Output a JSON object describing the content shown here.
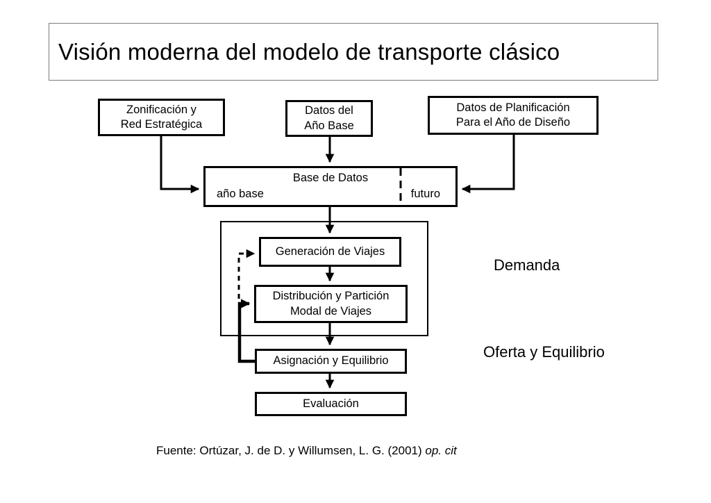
{
  "slide": {
    "title": "Visión moderna del modelo de transporte clásico",
    "boxes": {
      "zonificacion": "Zonificación y\nRed Estratégica",
      "datos_ano_base": "Datos del\nAño Base",
      "datos_planificacion": "Datos de Planificación\nPara el Año de Diseño",
      "base_de_datos": {
        "title": "Base de Datos",
        "left_label": "año base",
        "right_label": "futuro"
      },
      "generacion": "Generación de Viajes",
      "distribucion": "Distribución y Partición\nModal de Viajes",
      "asignacion": "Asignación y Equilibrio",
      "evaluacion": "Evaluación"
    },
    "labels": {
      "demanda": "Demanda",
      "oferta": "Oferta y Equilibrio"
    },
    "source": {
      "text": "Fuente: Ortúzar, J. de D. y Willumsen, L. G. (2001) ",
      "cite": "op. cit"
    },
    "colors": {
      "line": "#000000",
      "background": "#ffffff",
      "title_border": "#7a7a7a"
    }
  }
}
